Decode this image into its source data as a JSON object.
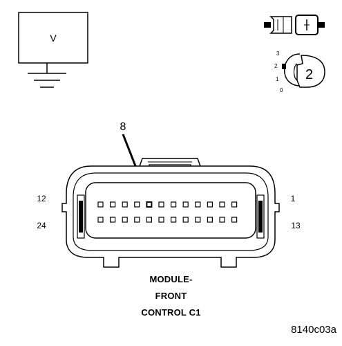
{
  "meter": {
    "label": "V"
  },
  "key_position": {
    "label": "2",
    "positions": [
      "3",
      "2",
      "1",
      "0"
    ]
  },
  "connector": {
    "pointer_label": "8",
    "pin_labels": {
      "top_left": "12",
      "bottom_left": "24",
      "top_right": "1",
      "bottom_right": "13"
    },
    "rows": 2,
    "pins_per_row": 12,
    "highlighted_pin": 8,
    "caption_lines": [
      "MODULE-",
      "FRONT",
      "CONTROL C1"
    ]
  },
  "figure_id": "8140c03a"
}
